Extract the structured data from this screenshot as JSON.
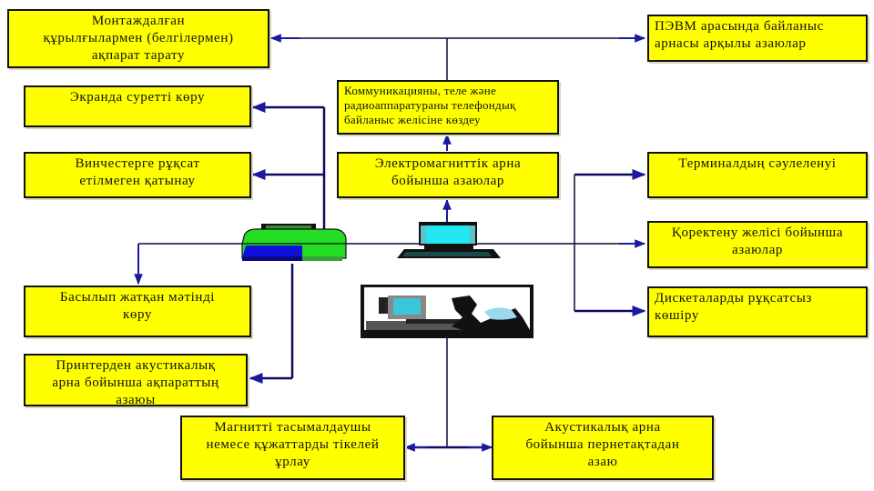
{
  "diagram": {
    "boxes": {
      "montage": "Монтаждалған\nқұрылғылармен (белгілермен)\nақпарат тарату",
      "pevm": "ПЭВМ арасында байланыс\nарнасы арқылы азаюлар",
      "screen_view": "Экранда суретті көру",
      "communication": "Коммуникацияны, теле және\nрадиоаппаратураны телефондық\nбайланыс желісіне көздеу",
      "winchester": "Винчестерге рұқсат\nетілмеген қатынау",
      "electromagnetic": "Электромагниттік арна\nбойынша азаюлар",
      "terminal": "Терминалдың сәулеленуі",
      "power_line": "Қоректену желісі бойынша\nазаюлар",
      "printed_text": "Басылып жатқан мәтінді\nкөру",
      "diskettes": "Дискеталарды рұқсатсыз\nкөшіру",
      "printer_acoustic": "Принтерден акустикалық\nарна бойынша ақпараттың\nазаюы",
      "magnetic_media": "Магнитті тасымалдаушы\nнемесе құжаттарды тікелей\nұрлау",
      "keyboard_acoustic": "Акустикалық арна\nбойынша пернетақтадан\nазаю"
    },
    "icons": {
      "printer": "printer-icon",
      "computer": "computer-terminal-icon",
      "operator": "operator-at-workstation-icon"
    },
    "colors": {
      "box_fill": "#ffff00",
      "arrow": "#1a1aa0",
      "line": "#0a0a3a",
      "printer_body": "#22dd22",
      "printer_tray": "#1010dd",
      "monitor_screen": "#22e6f0"
    }
  }
}
